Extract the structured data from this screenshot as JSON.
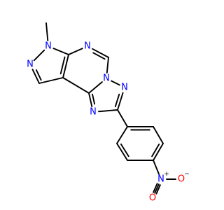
{
  "structure": {
    "atoms": [
      {
        "id": "Me",
        "label": "",
        "element": "C"
      },
      {
        "id": "N1",
        "label": "N",
        "element": "N"
      },
      {
        "id": "N2",
        "label": "N",
        "element": "N"
      },
      {
        "id": "C3",
        "label": "",
        "element": "C"
      },
      {
        "id": "C3a",
        "label": "",
        "element": "C"
      },
      {
        "id": "C7a",
        "label": "",
        "element": "C"
      },
      {
        "id": "N6",
        "label": "N",
        "element": "N"
      },
      {
        "id": "C5",
        "label": "",
        "element": "C"
      },
      {
        "id": "N4",
        "label": "N",
        "element": "N"
      },
      {
        "id": "C9a",
        "label": "",
        "element": "C"
      },
      {
        "id": "Nt1",
        "label": "N",
        "element": "N"
      },
      {
        "id": "Ct2",
        "label": "",
        "element": "C"
      },
      {
        "id": "Nt3",
        "label": "N",
        "element": "N"
      },
      {
        "id": "Pa",
        "label": "",
        "element": "C"
      },
      {
        "id": "Pb",
        "label": "",
        "element": "C"
      },
      {
        "id": "Pc",
        "label": "",
        "element": "C"
      },
      {
        "id": "Pd",
        "label": "",
        "element": "C"
      },
      {
        "id": "Pe",
        "label": "",
        "element": "C"
      },
      {
        "id": "Pf",
        "label": "",
        "element": "C"
      },
      {
        "id": "Nn",
        "label": "N",
        "element": "N",
        "charge": "+"
      },
      {
        "id": "O1",
        "label": "O",
        "element": "O",
        "charge": "−"
      },
      {
        "id": "O2",
        "label": "O",
        "element": "O"
      }
    ],
    "bonds": [
      {
        "a": "Me",
        "b": "N1",
        "order": 1
      },
      {
        "a": "N1",
        "b": "N2",
        "order": 1
      },
      {
        "a": "N2",
        "b": "C3",
        "order": 2
      },
      {
        "a": "C3",
        "b": "C3a",
        "order": 1
      },
      {
        "a": "C3a",
        "b": "C7a",
        "order": 2
      },
      {
        "a": "C7a",
        "b": "N1",
        "order": 1
      },
      {
        "a": "C7a",
        "b": "N6",
        "order": 1
      },
      {
        "a": "N6",
        "b": "C5",
        "order": 2
      },
      {
        "a": "C5",
        "b": "N4",
        "order": 1
      },
      {
        "a": "N4",
        "b": "C9a",
        "order": 1
      },
      {
        "a": "C9a",
        "b": "C3a",
        "order": 1
      },
      {
        "a": "N4",
        "b": "Nt1",
        "order": 1
      },
      {
        "a": "Nt1",
        "b": "Ct2",
        "order": 2
      },
      {
        "a": "Ct2",
        "b": "Nt3",
        "order": 1
      },
      {
        "a": "Nt3",
        "b": "C9a",
        "order": 2
      },
      {
        "a": "Ct2",
        "b": "Pa",
        "order": 1
      },
      {
        "a": "Pa",
        "b": "Pb",
        "order": 2
      },
      {
        "a": "Pb",
        "b": "Pc",
        "order": 1
      },
      {
        "a": "Pc",
        "b": "Pd",
        "order": 2
      },
      {
        "a": "Pd",
        "b": "Pe",
        "order": 1
      },
      {
        "a": "Pe",
        "b": "Pf",
        "order": 2
      },
      {
        "a": "Pf",
        "b": "Pa",
        "order": 1
      },
      {
        "a": "Pd",
        "b": "Nn",
        "order": 1
      },
      {
        "a": "Nn",
        "b": "O1",
        "order": 1
      },
      {
        "a": "Nn",
        "b": "O2",
        "order": 2
      }
    ],
    "colors": {
      "bond": "#000000",
      "N": "#0000ff",
      "O": "#ff0000",
      "charge": "#000000"
    }
  }
}
